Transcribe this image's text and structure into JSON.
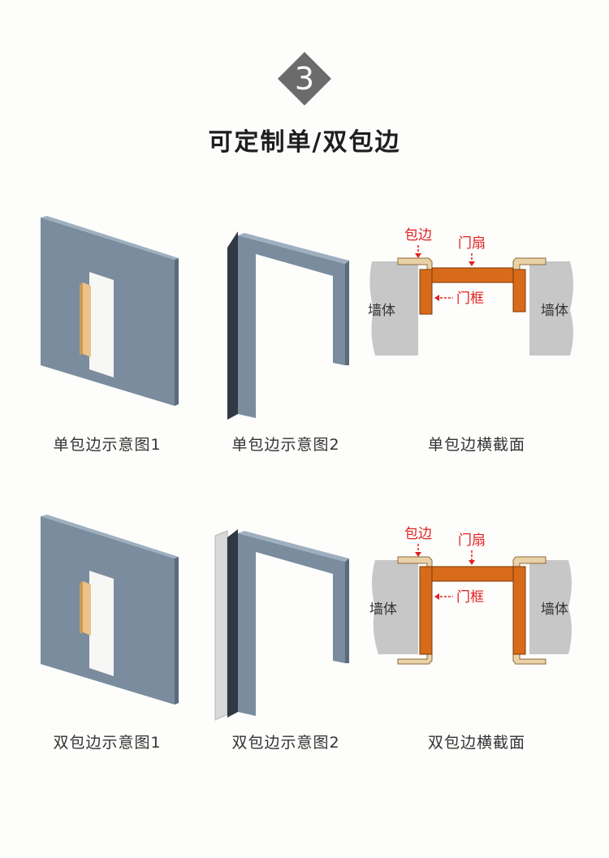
{
  "step_number": "3",
  "title": "可定制单/双包边",
  "colors": {
    "wall": "#6f8294",
    "wall_side": "#55677a",
    "wall_top": "#90a2b3",
    "trim": "#e6c286",
    "frame_dark": "#3a4450",
    "accent_red": "#e02020",
    "wood": "#d96f1c",
    "wall_section": "#c9c9c9"
  },
  "rows": [
    {
      "captions": [
        "单包边示意图1",
        "单包边示意图2",
        "单包边横截面"
      ],
      "labels": {
        "trim": "包边",
        "leaf": "门扇",
        "frame": "门框",
        "wall_left": "墙体",
        "wall_right": "墙体"
      }
    },
    {
      "captions": [
        "双包边示意图1",
        "双包边示意图2",
        "双包边横截面"
      ],
      "labels": {
        "trim": "包边",
        "leaf": "门扇",
        "frame": "门框",
        "wall_left": "墙体",
        "wall_right": "墙体"
      }
    }
  ]
}
